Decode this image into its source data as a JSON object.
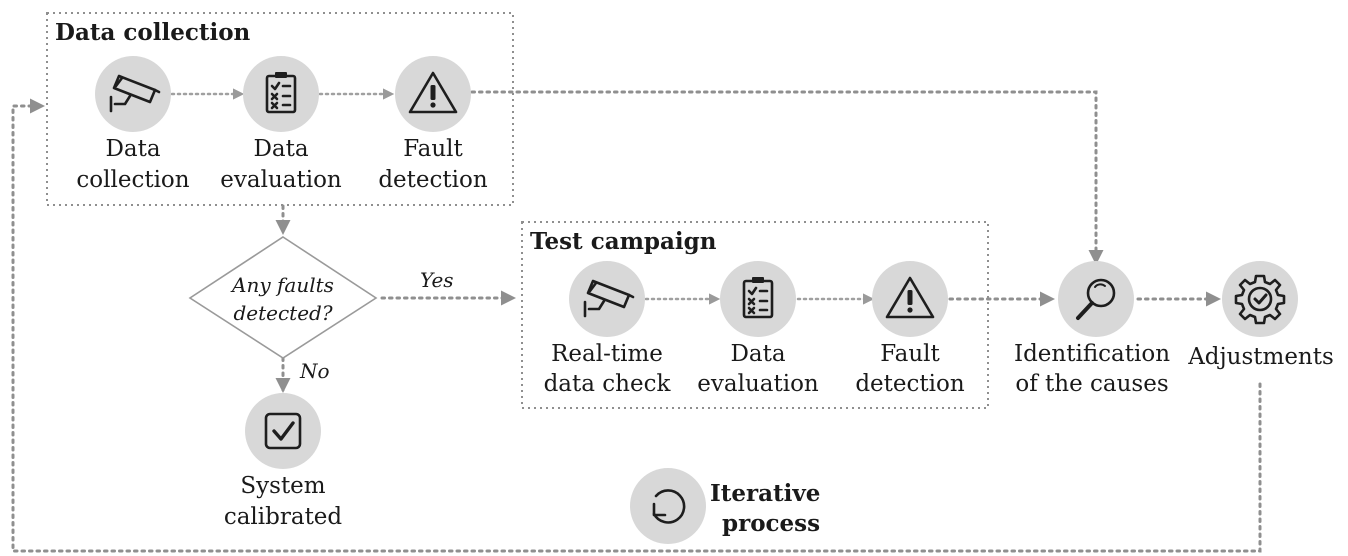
{
  "groups": {
    "data_collection_title": "Data collection",
    "test_campaign_title": "Test campaign"
  },
  "nodes": {
    "data_collection": {
      "line1": "Data",
      "line2": "collection",
      "icon": "camera-icon"
    },
    "data_evaluation_1": {
      "line1": "Data",
      "line2": "evaluation",
      "icon": "checklist-icon"
    },
    "fault_detection_1": {
      "line1": "Fault",
      "line2": "detection",
      "icon": "warning-icon"
    },
    "realtime_data_check": {
      "line1": "Real-time",
      "line2": "data check",
      "icon": "camera-icon"
    },
    "data_evaluation_2": {
      "line1": "Data",
      "line2": "evaluation",
      "icon": "checklist-icon"
    },
    "fault_detection_2": {
      "line1": "Fault",
      "line2": "detection",
      "icon": "warning-icon"
    },
    "identification": {
      "line1": "Identification",
      "line2": "of the causes",
      "icon": "magnifier-icon"
    },
    "adjustments": {
      "line1": "Adjustments",
      "icon": "gear-check-icon"
    },
    "system_calibrated": {
      "line1": "System",
      "line2": "calibrated",
      "icon": "checkbox-icon"
    }
  },
  "decision": {
    "line1": "Any faults",
    "line2": "detected?",
    "yes_label": "Yes",
    "no_label": "No"
  },
  "iterative": {
    "line1": "Iterative",
    "line2": "process",
    "icon": "refresh-icon"
  }
}
